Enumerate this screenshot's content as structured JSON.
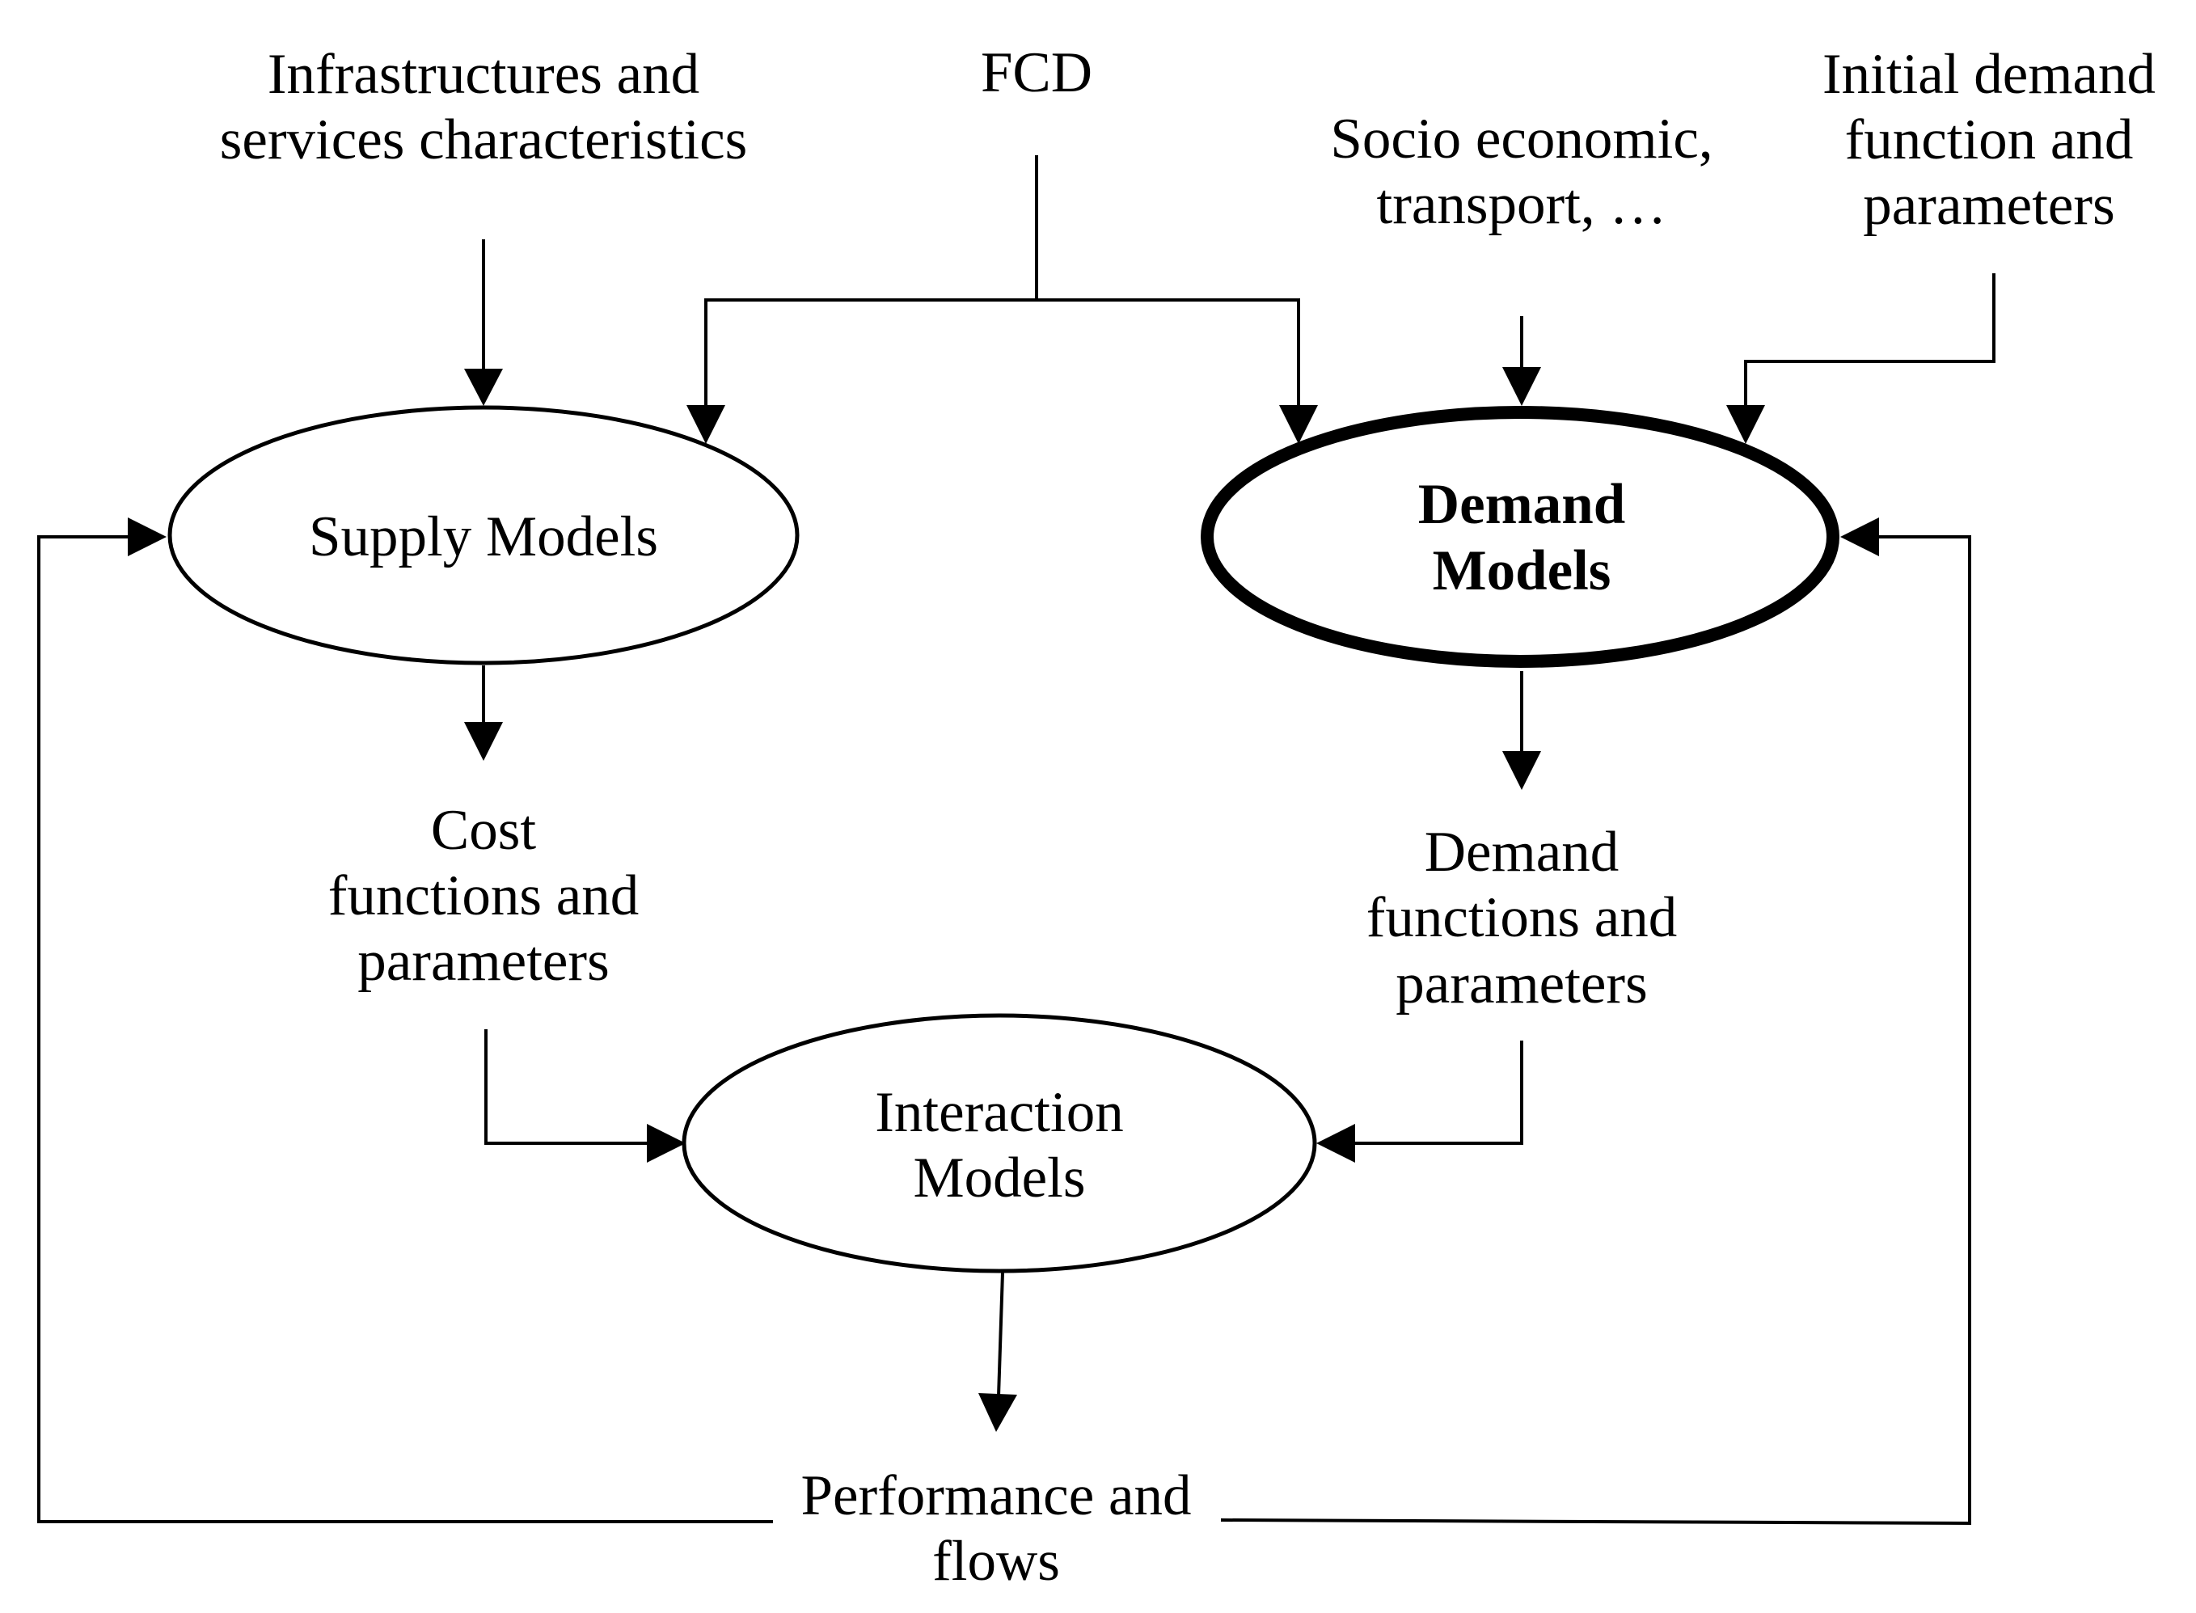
{
  "inputs": {
    "infrastructures": [
      "Infrastructures and",
      "services characteristics"
    ],
    "fcd": "FCD",
    "socio": [
      "Socio economic,",
      "transport, …"
    ],
    "initial_demand": [
      "Initial demand",
      "function and",
      "parameters"
    ]
  },
  "nodes": {
    "supply": "Supply Models",
    "demand": [
      "Demand",
      "Models"
    ],
    "interaction": [
      "Interaction",
      "Models"
    ]
  },
  "outputs": {
    "cost": [
      "Cost",
      "functions and",
      "parameters"
    ],
    "demand_functions": [
      "Demand",
      "functions and",
      "parameters"
    ],
    "performance": [
      "Performance and",
      "flows"
    ]
  },
  "colors": {
    "line": "#000000",
    "background": "#ffffff"
  }
}
